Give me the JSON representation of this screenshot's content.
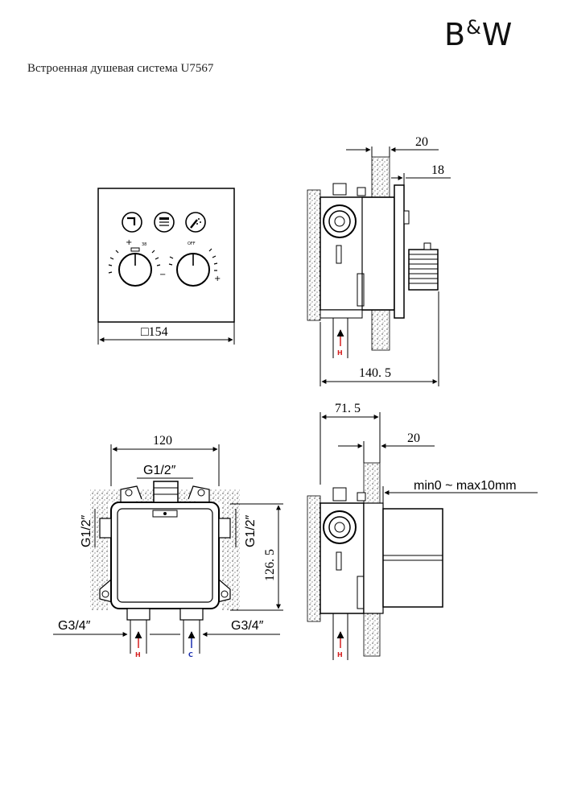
{
  "brand": {
    "logo": "B&W",
    "logo_b": "B",
    "logo_amp": "&",
    "logo_w": "W"
  },
  "title": "Встроенная душевая система U7567",
  "front_view": {
    "width_label": "□154",
    "knob_left_mark": "38",
    "knob_right_mark": "OFF"
  },
  "side_view": {
    "top_dim": "20",
    "second_dim": "18",
    "depth_dim": "140. 5",
    "inlet_label": "H"
  },
  "rear_view": {
    "width_dim": "120",
    "top_thread": "G1/2″",
    "left_thread": "G1/2″",
    "right_thread": "G1/2″",
    "height_dim": "126. 5",
    "left_bottom_thread": "G3/4″",
    "right_bottom_thread": "G3/4″",
    "hot_label": "H",
    "cold_label": "C"
  },
  "body_view": {
    "depth_dim": "71. 5",
    "wall_dim": "20",
    "range_label": "min0 ~ max10mm",
    "inlet_label": "H"
  },
  "colors": {
    "hot": "#d62020",
    "cold": "#1a2fb0",
    "line": "#000000"
  }
}
